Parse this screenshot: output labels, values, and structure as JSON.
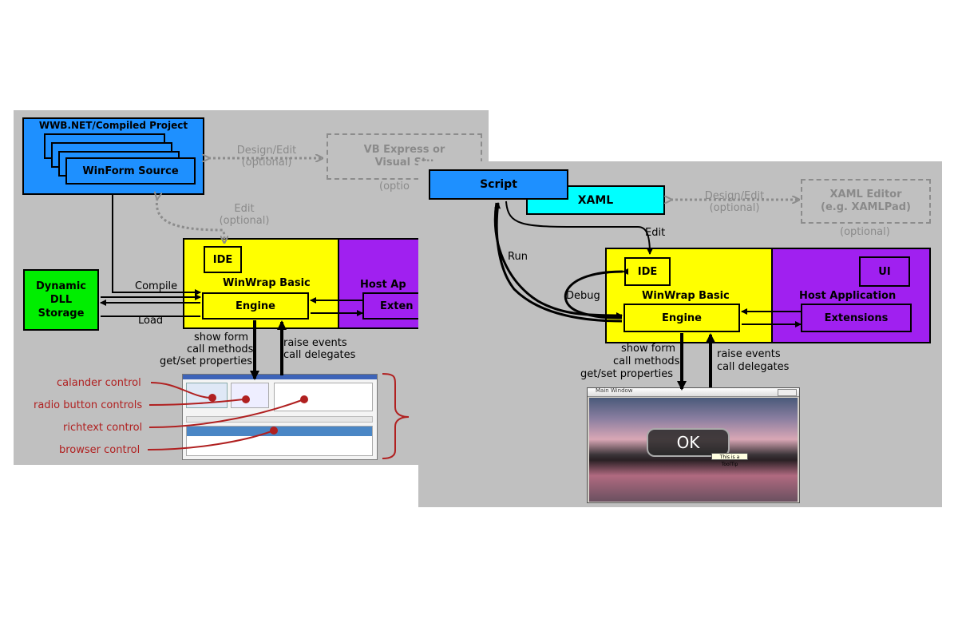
{
  "left": {
    "project_title": "WWB.NET/Compiled Project",
    "winform_source": "WinForm Source",
    "design_edit_1": "Design/Edit",
    "design_edit_2": "(optional)",
    "vb_express_1": "VB Express or",
    "vb_express_2": "Visual Stu",
    "vb_express_3": "(optio",
    "edit_1": "Edit",
    "edit_2": "(optional)",
    "dynamic_dll": "Dynamic DLL Storage",
    "compile": "Compile",
    "load": "Load",
    "ide": "IDE",
    "winwrap_basic": "WinWrap Basic",
    "engine": "Engine",
    "host_app": "Host Ap",
    "extensions": "Exten",
    "show_form": "show form",
    "call_methods": "call methods",
    "get_set_properties": "get/set properties",
    "raise_events": "raise events",
    "call_delegates": "call delegates",
    "controls": [
      "calander control",
      "radio button controls",
      "richtext control",
      "browser control"
    ]
  },
  "right": {
    "script": "Script",
    "xaml": "XAML",
    "design_edit_1": "Design/Edit",
    "design_edit_2": "(optional)",
    "xaml_editor_1": "XAML Editor",
    "xaml_editor_2": "(e.g. XAMLPad)",
    "xaml_editor_3": "(optional)",
    "edit": "Edit",
    "run": "Run",
    "debug": "Debug",
    "ide": "IDE",
    "ui": "UI",
    "winwrap_basic": "WinWrap Basic",
    "host_application": "Host Application",
    "engine": "Engine",
    "extensions": "Extensions",
    "show_form": "show form",
    "call_methods": "call methods",
    "get_set_properties": "get/set properties",
    "raise_events": "raise events",
    "call_delegates": "call delegates",
    "window_title": "Main Window",
    "ok_button": "OK",
    "tooltip": "This is a ToolTip"
  },
  "colors": {
    "blue": "#1e90ff",
    "cyan": "#00ffff",
    "yellow": "#ffff00",
    "purple": "#a020f0",
    "green": "#00ee00",
    "panel": "#c0c0c0",
    "control_red": "#b02020"
  }
}
